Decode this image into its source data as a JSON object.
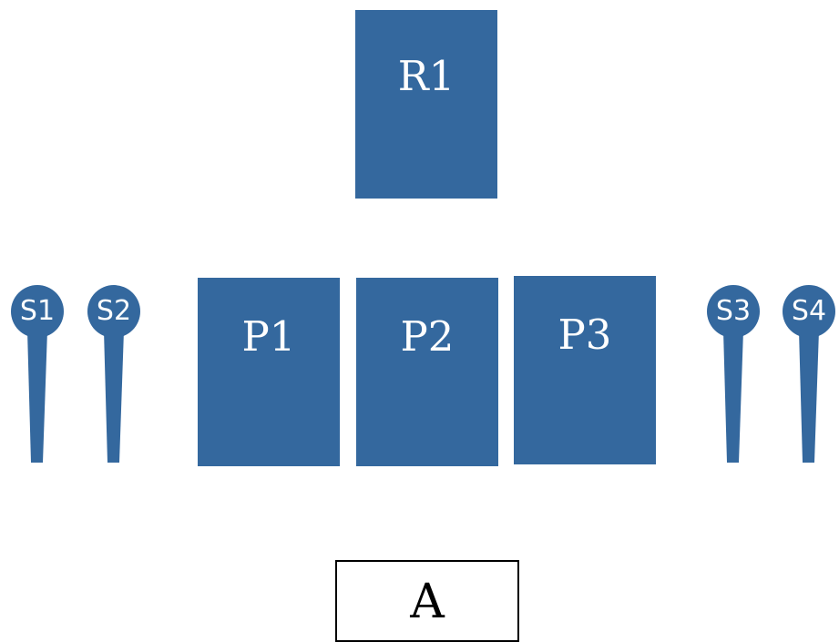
{
  "diagram": {
    "accent_color": "#34689e",
    "top": {
      "label": "R1"
    },
    "players": [
      {
        "label": "P1"
      },
      {
        "label": "P2"
      },
      {
        "label": "P3"
      }
    ],
    "stands": [
      {
        "label": "S1",
        "icon": "microphone-stand-icon"
      },
      {
        "label": "S2",
        "icon": "microphone-stand-icon"
      },
      {
        "label": "S3",
        "icon": "microphone-stand-icon"
      },
      {
        "label": "S4",
        "icon": "microphone-stand-icon"
      }
    ],
    "bottom": {
      "label": "A"
    }
  }
}
